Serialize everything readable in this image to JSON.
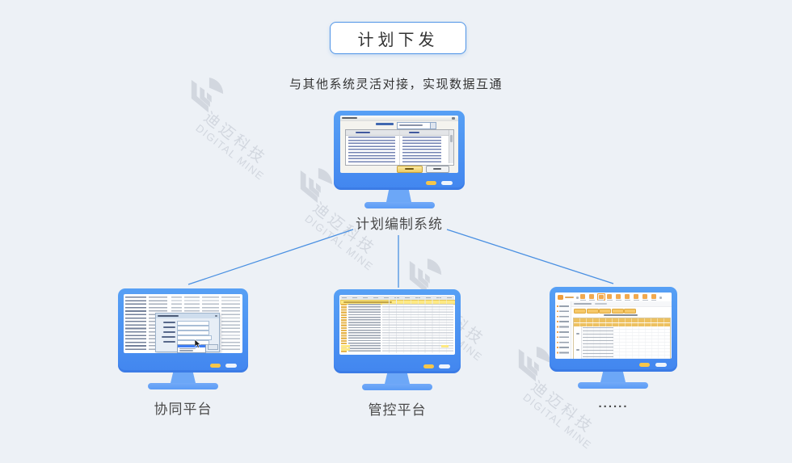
{
  "header": {
    "title": "计划下发",
    "subtitle": "与其他系统灵活对接，实现数据互通"
  },
  "watermark": {
    "cn": "迪迈科技",
    "en": "DIGITAL MINE"
  },
  "nodes": {
    "center": {
      "label": "计划编制系统"
    },
    "left": {
      "label": "协同平台"
    },
    "middle": {
      "label": "管控平台"
    },
    "right": {
      "label": "......"
    }
  },
  "colors": {
    "background": "#edf1f6",
    "accent_blue": "#4a90e2",
    "monitor_blue": "#4286ef",
    "stand_blue": "#6ca7f7",
    "pill_yellow": "#f6c64a",
    "highlight_yellow": "#ffe982",
    "web_orange": "#f0a64a",
    "watermark_gray": "#d2d7df",
    "label_gray": "#4a4a4a"
  }
}
